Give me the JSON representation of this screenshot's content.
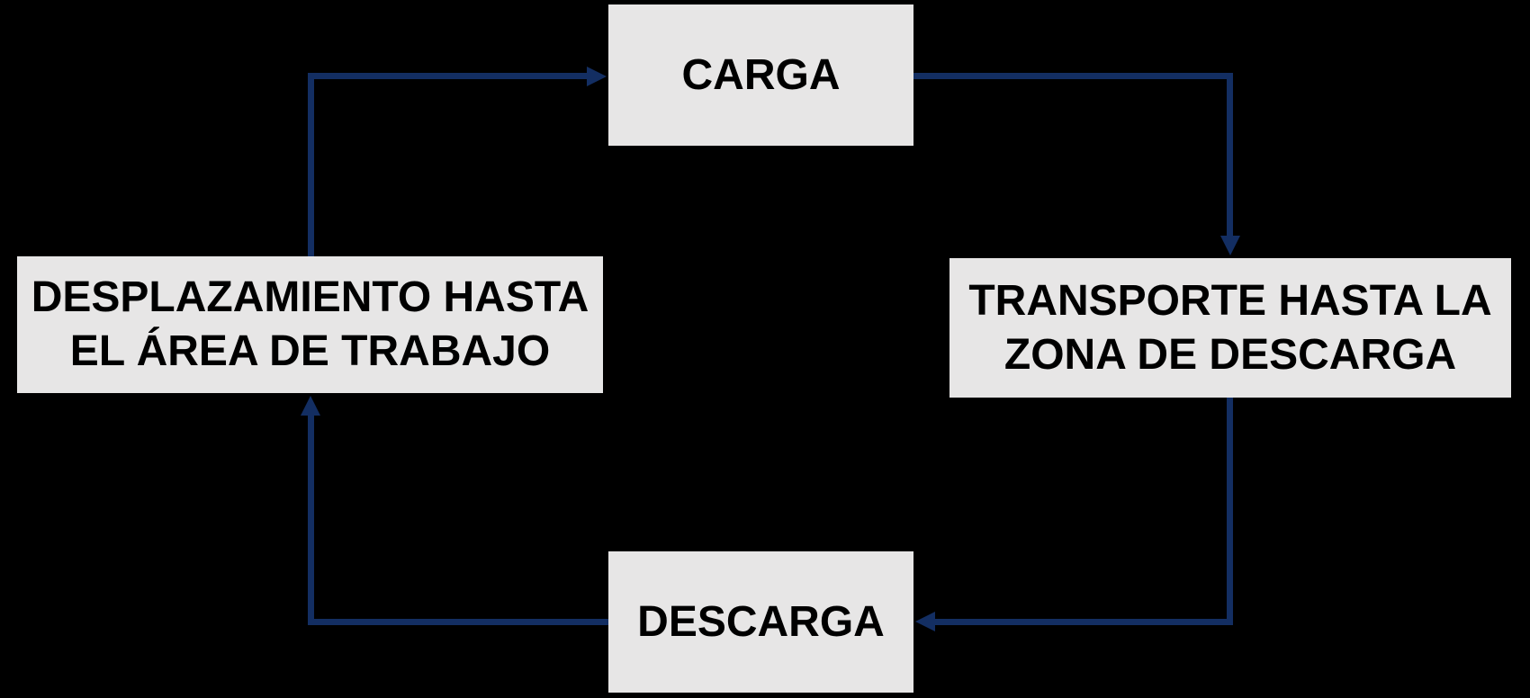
{
  "diagram": {
    "type": "cycle-flowchart",
    "colors": {
      "background": "#000000",
      "box_fill": "#E7E6E6",
      "text": "#000000",
      "arrow": "#132E62"
    },
    "nodes": [
      {
        "id": "carga",
        "label": "CARGA"
      },
      {
        "id": "transporte",
        "label": "TRANSPORTE HASTA LA ZONA DE DESCARGA"
      },
      {
        "id": "descarga",
        "label": "DESCARGA"
      },
      {
        "id": "desplazamiento",
        "label": "DESPLAZAMIENTO HASTA EL ÁREA DE TRABAJO"
      }
    ],
    "edges": [
      {
        "from": "desplazamiento",
        "to": "carga"
      },
      {
        "from": "carga",
        "to": "transporte"
      },
      {
        "from": "transporte",
        "to": "descarga"
      },
      {
        "from": "descarga",
        "to": "desplazamiento"
      }
    ]
  }
}
